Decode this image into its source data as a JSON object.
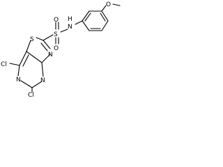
{
  "molecule": {
    "atoms": {
      "S_thiazole": "S",
      "N_thiazole": "N",
      "S_sulfonyl": "S",
      "O_sulfonyl_1": "O",
      "O_sulfonyl_2": "O",
      "N_amide": "N",
      "H_amide": "H",
      "O_methoxy": "O",
      "Cl_7": "Cl",
      "Cl_5": "Cl",
      "N_pyrimidine_6": "N",
      "N_pyrimidine_4": "N"
    }
  }
}
